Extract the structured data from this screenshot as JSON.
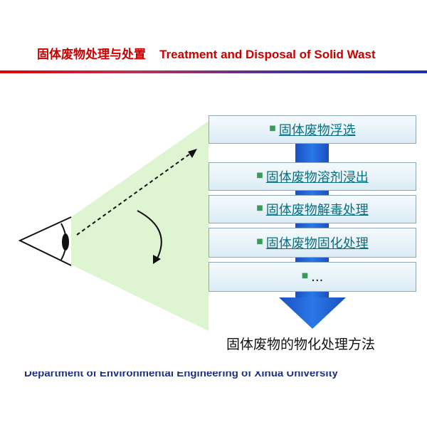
{
  "header": {
    "title_cn": "固体废物处理与处置",
    "title_en": "Treatment and Disposal of Solid Wast"
  },
  "process_steps": [
    {
      "label": "固体废物浮选"
    },
    {
      "label": "固体废物溶剂浸出"
    },
    {
      "label": "固体废物解毒处理"
    },
    {
      "label": "固体废物固化处理"
    },
    {
      "label": "..."
    }
  ],
  "caption": "固体废物的物化处理方法",
  "footer": {
    "text": "Department of Environmental Engineering of Xihua University"
  },
  "colors": {
    "header_text": "#c80000",
    "arrow_blue": "#1a5fd0",
    "cone_green": "#dff5d2",
    "box_text": "#0b6f80",
    "footer_text": "#203080"
  },
  "icons": [
    "eye-icon",
    "bullet-icon",
    "curved-arrow-icon",
    "dashed-arrow-icon"
  ]
}
